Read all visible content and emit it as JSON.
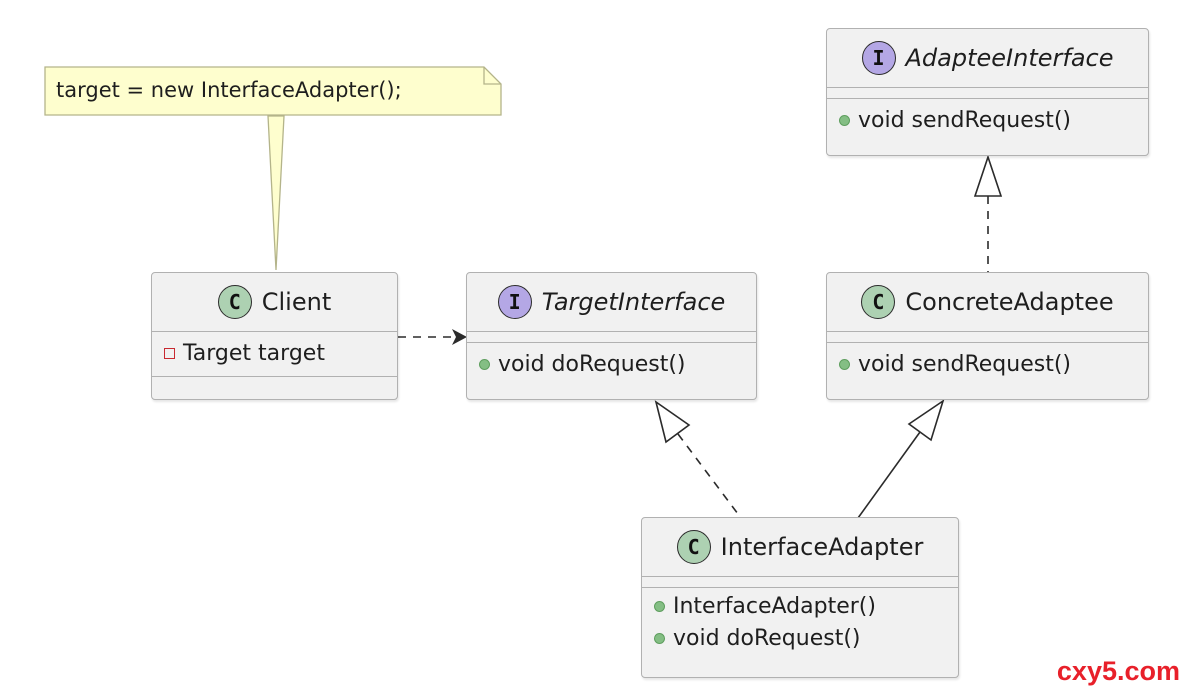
{
  "note": {
    "text": "target = new InterfaceAdapter();"
  },
  "classes": {
    "client": {
      "stereotype": "C",
      "name": "Client",
      "fields": [
        {
          "visibility": "private",
          "text": "Target target"
        }
      ],
      "methods": []
    },
    "target_interface": {
      "stereotype": "I",
      "name": "TargetInterface",
      "fields": [],
      "methods": [
        {
          "visibility": "public",
          "text": "void doRequest()"
        }
      ]
    },
    "adaptee_interface": {
      "stereotype": "I",
      "name": "AdapteeInterface",
      "fields": [],
      "methods": [
        {
          "visibility": "public",
          "text": "void sendRequest()"
        }
      ]
    },
    "concrete_adaptee": {
      "stereotype": "C",
      "name": "ConcreteAdaptee",
      "fields": [],
      "methods": [
        {
          "visibility": "public",
          "text": "void sendRequest()"
        }
      ]
    },
    "interface_adapter": {
      "stereotype": "C",
      "name": "InterfaceAdapter",
      "fields": [],
      "methods": [
        {
          "visibility": "public",
          "text": "InterfaceAdapter()"
        },
        {
          "visibility": "public",
          "text": "void doRequest()"
        }
      ]
    }
  },
  "relations": [
    {
      "from": "Client",
      "to": "TargetInterface",
      "type": "dependency"
    },
    {
      "from": "ConcreteAdaptee",
      "to": "AdapteeInterface",
      "type": "realization"
    },
    {
      "from": "InterfaceAdapter",
      "to": "TargetInterface",
      "type": "realization"
    },
    {
      "from": "InterfaceAdapter",
      "to": "ConcreteAdaptee",
      "type": "generalization"
    }
  ],
  "colors": {
    "class_fill": "#f1f1f1",
    "class_border": "#b1b1b1",
    "class_icon": "#add1b2",
    "interface_icon": "#b4a7e5",
    "note_fill": "#fefece",
    "watermark": "#e8202a"
  },
  "watermark": "cxy5.com"
}
